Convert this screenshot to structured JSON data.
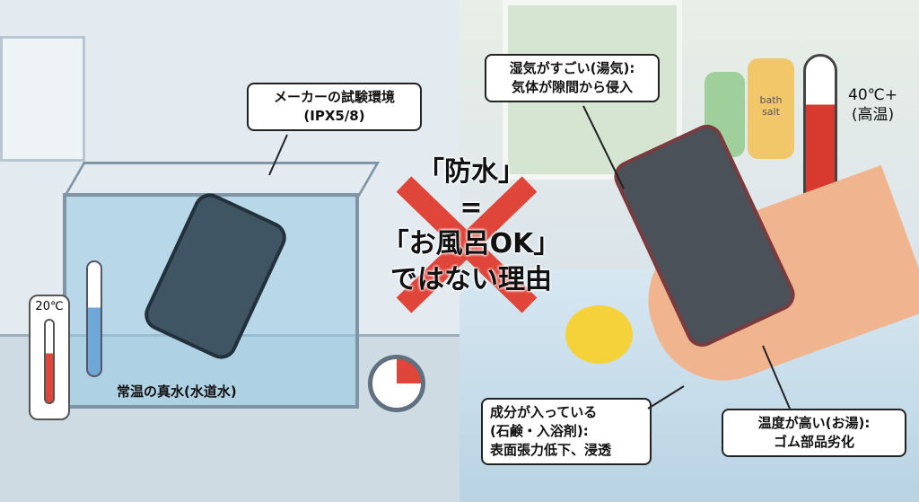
{
  "left_panel": {
    "callout": {
      "line1": "メーカーの試験環境",
      "line2": "(IPX5/8)"
    },
    "tank_label": "常温の真水(水道水)",
    "thermometer_label": "20℃"
  },
  "center_title": {
    "line1": "「防水」",
    "line2": "=",
    "line3": "「お風呂OK」",
    "line4": "ではない理由"
  },
  "right_panel": {
    "steam_callout": {
      "line1": "湿気がすごい(湯気):",
      "line2": "気体が隙間から侵入"
    },
    "thermometer_label": {
      "line1": "40℃+",
      "line2": "(高温)"
    },
    "bottle_label": {
      "line1": "bath",
      "line2": "salt"
    },
    "ingredients_callout": {
      "line1": "成分が入っている",
      "line2": "(石鹸・入浴剤):",
      "line3": "表面張力低下、浸透"
    },
    "temperature_callout": {
      "line1": "温度が高い(お湯):",
      "line2": "ゴム部品劣化"
    }
  },
  "colors": {
    "accent_red": "#e0453a",
    "water_blue": "#a9d3ea",
    "bubble_border": "#222222"
  }
}
